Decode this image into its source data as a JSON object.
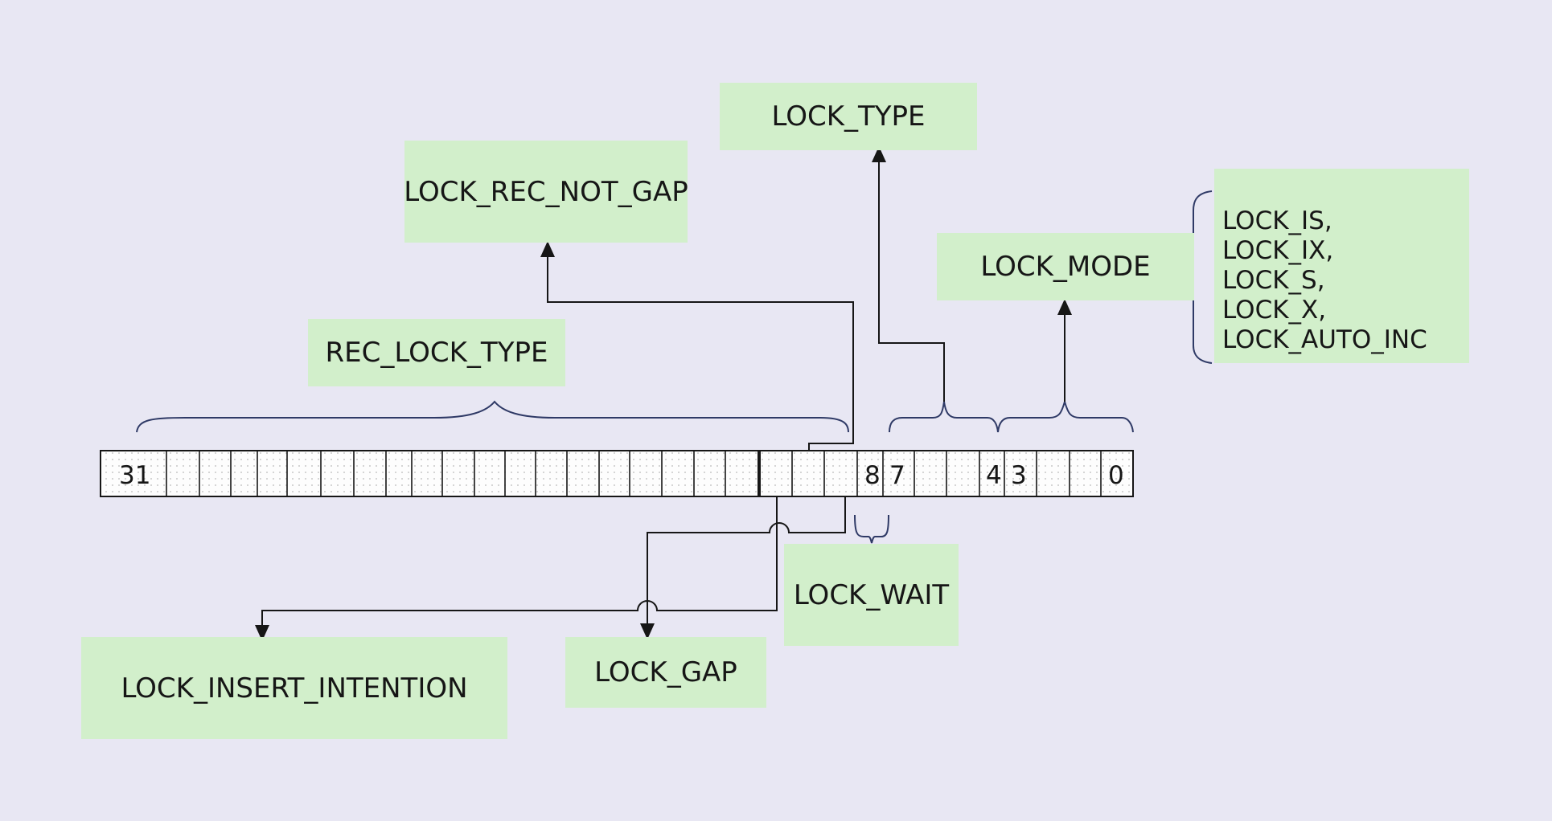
{
  "labels": {
    "lock_type": "LOCK_TYPE",
    "lock_rec_not_gap": "LOCK_REC_NOT_GAP",
    "lock_mode": "LOCK_MODE",
    "rec_lock_type": "REC_LOCK_TYPE",
    "lock_wait": "LOCK_WAIT",
    "lock_gap": "LOCK_GAP",
    "lock_insert_intention": "LOCK_INSERT_INTENTION"
  },
  "lock_mode_values": [
    "LOCK_IS,",
    "LOCK_IX,",
    "LOCK_S,",
    "LOCK_X,",
    "LOCK_AUTO_INC"
  ],
  "bits": {
    "b31": "31",
    "b8": "8",
    "b7": "7",
    "b4": "4",
    "b3": "3",
    "b0": "0"
  },
  "colors": {
    "background": "#e8e7f3",
    "label_box": "#d2efcb",
    "line": "#161616",
    "brace": "#2f3a66"
  }
}
